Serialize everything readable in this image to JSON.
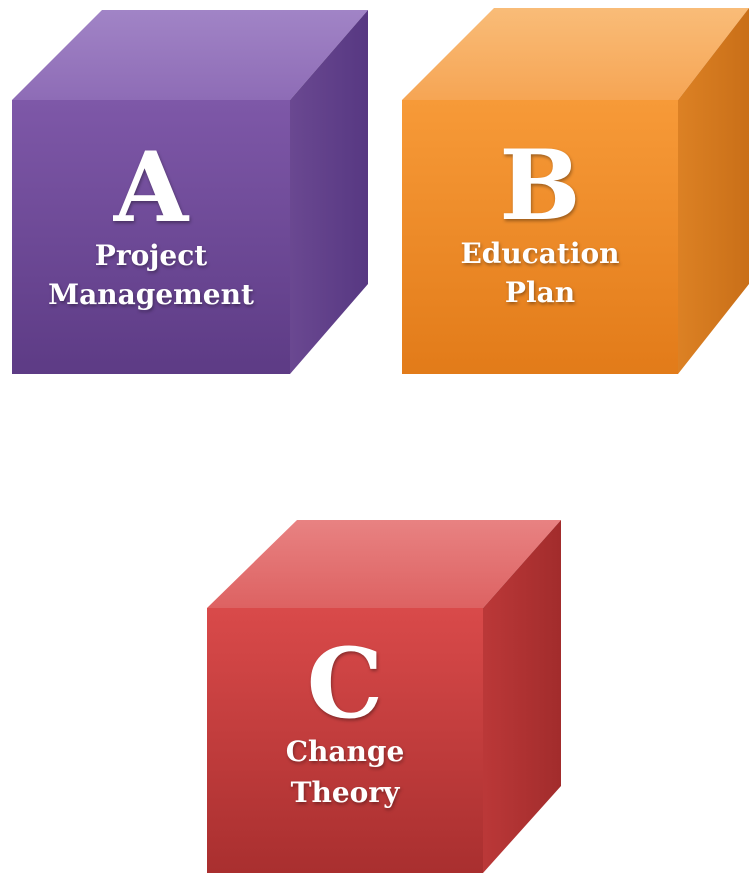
{
  "blocks": [
    {
      "letter": "A",
      "label_line1": "Project",
      "label_line2": "Management",
      "colors": {
        "front": "#7b56a4",
        "top": "#9a7bc0",
        "side": "#5f3f86",
        "front_dark": "#5d3b85"
      }
    },
    {
      "letter": "B",
      "label_line1": "Education",
      "label_line2": "Plan",
      "colors": {
        "front": "#f6912c",
        "top": "#f8b46a",
        "side": "#d67a1e",
        "front_dark": "#e07a1a"
      }
    },
    {
      "letter": "C",
      "label_line1": "Change",
      "label_line2": "Theory",
      "colors": {
        "front": "#d54343",
        "top": "#e37474",
        "side": "#b43131",
        "front_dark": "#a92f2f"
      }
    }
  ]
}
